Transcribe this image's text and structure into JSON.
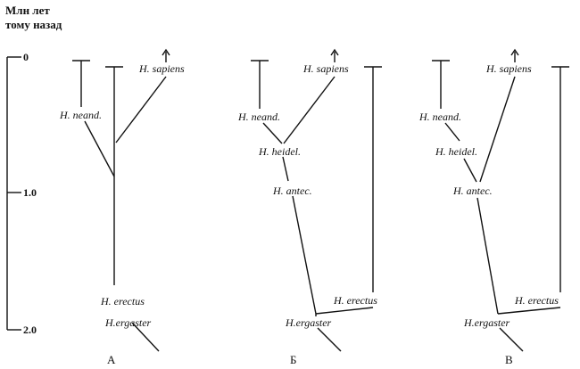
{
  "axis": {
    "title_line1": "Млн лет",
    "title_line2": "тому назад",
    "ticks": [
      "0",
      "1.0",
      "2.0"
    ]
  },
  "panels": [
    {
      "label": "А",
      "taxa": {
        "sapiens": "H. sapiens",
        "neand": "H. neand.",
        "erectus": "H. erectus",
        "ergaster": "H.ergaster"
      }
    },
    {
      "label": "Б",
      "taxa": {
        "sapiens": "H. sapiens",
        "neand": "H. neand.",
        "heidel": "H. heidel.",
        "antec": "H. antec.",
        "erectus": "H. erectus",
        "ergaster": "H.ergaster"
      }
    },
    {
      "label": "В",
      "taxa": {
        "sapiens": "H. sapiens",
        "neand": "H. neand.",
        "heidel": "H. heidel.",
        "antec": "H. antec.",
        "erectus": "H. erectus",
        "ergaster": "H.ergaster"
      }
    }
  ]
}
